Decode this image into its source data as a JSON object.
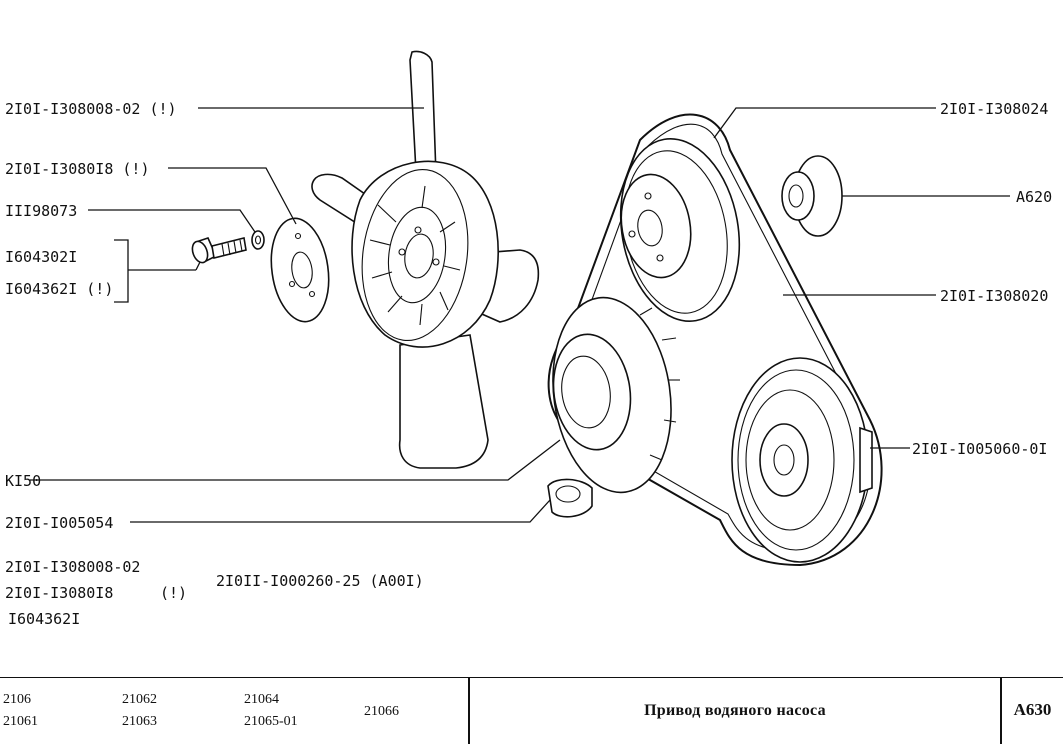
{
  "labels": {
    "fan_blade": "2I0I-I308008-02 (!)",
    "fan_hub": "2I0I-I3080I8 (!)",
    "washer": "III98073",
    "bolt_a": "I604302I",
    "bolt_b": "I604362I (!)",
    "belt_upper": "2I0I-I308024",
    "bushing": "A620",
    "belt_side": "2I0I-I308020",
    "crank_pulley": "2I0I-I005060-0I",
    "ki50": "KI50",
    "clip": "2I0I-I005054",
    "note_line1": "2I0I-I308008-02",
    "note_line2a": "2I0I-I3080I8",
    "note_line2b": "(!)",
    "note_line3": "I604362I",
    "assembly_note": "2I0II-I000260-25 (A00I)"
  },
  "footer": {
    "models": [
      "2106",
      "21061",
      "21062",
      "21063",
      "21064",
      "21065-01",
      "21066"
    ],
    "title": "Привод водяного насоса",
    "code": "A630"
  }
}
